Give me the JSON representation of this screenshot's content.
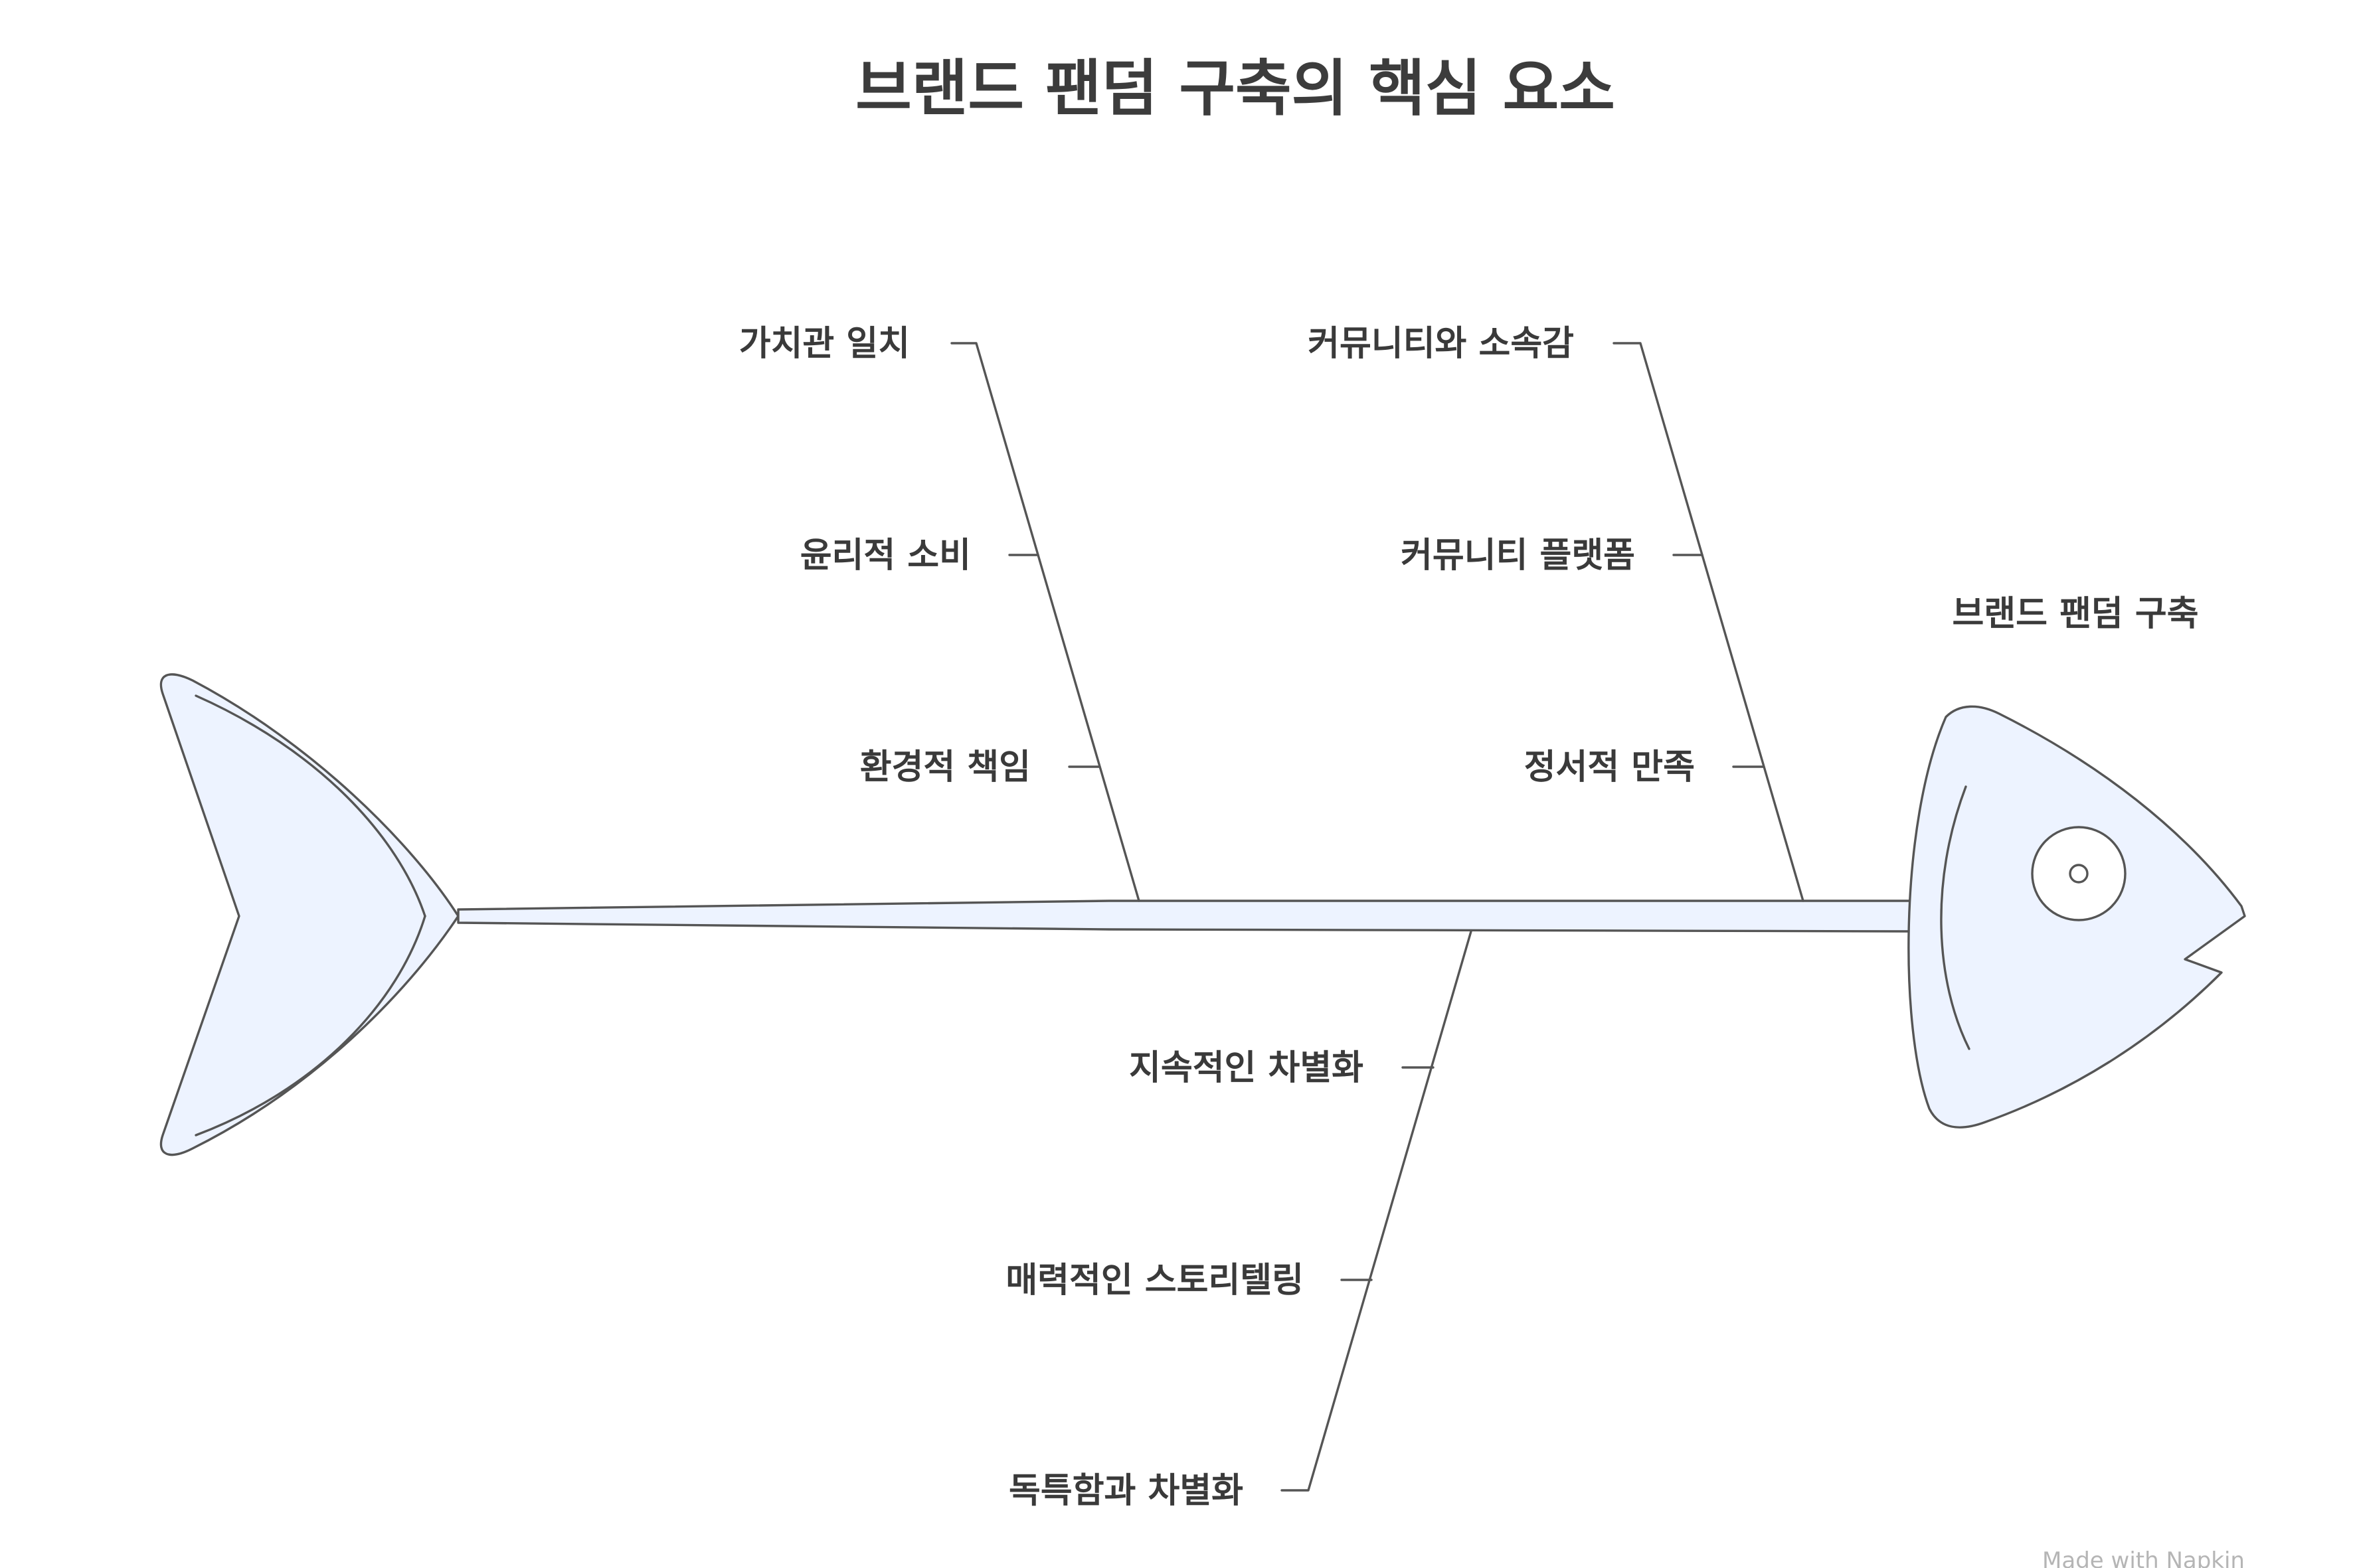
{
  "title": "브랜드 팬덤 구축의 핵심 요소",
  "effect": "브랜드 팬덤 구축",
  "categories": [
    {
      "id": "values",
      "causes": [
        "가치관 일치",
        "윤리적 소비",
        "환경적 책임"
      ]
    },
    {
      "id": "community",
      "causes": [
        "커뮤니티와 소속감",
        "커뮤니티 플랫폼",
        "정서적 만족"
      ]
    },
    {
      "id": "differentiation",
      "causes": [
        "지속적인 차별화",
        "매력적인 스토리텔링",
        "독특함과 차별화"
      ]
    }
  ],
  "watermark": "Made with Napkin",
  "colors": {
    "fish_fill": "#edf3ff",
    "outline": "#555555",
    "text": "#3a3a3a"
  }
}
